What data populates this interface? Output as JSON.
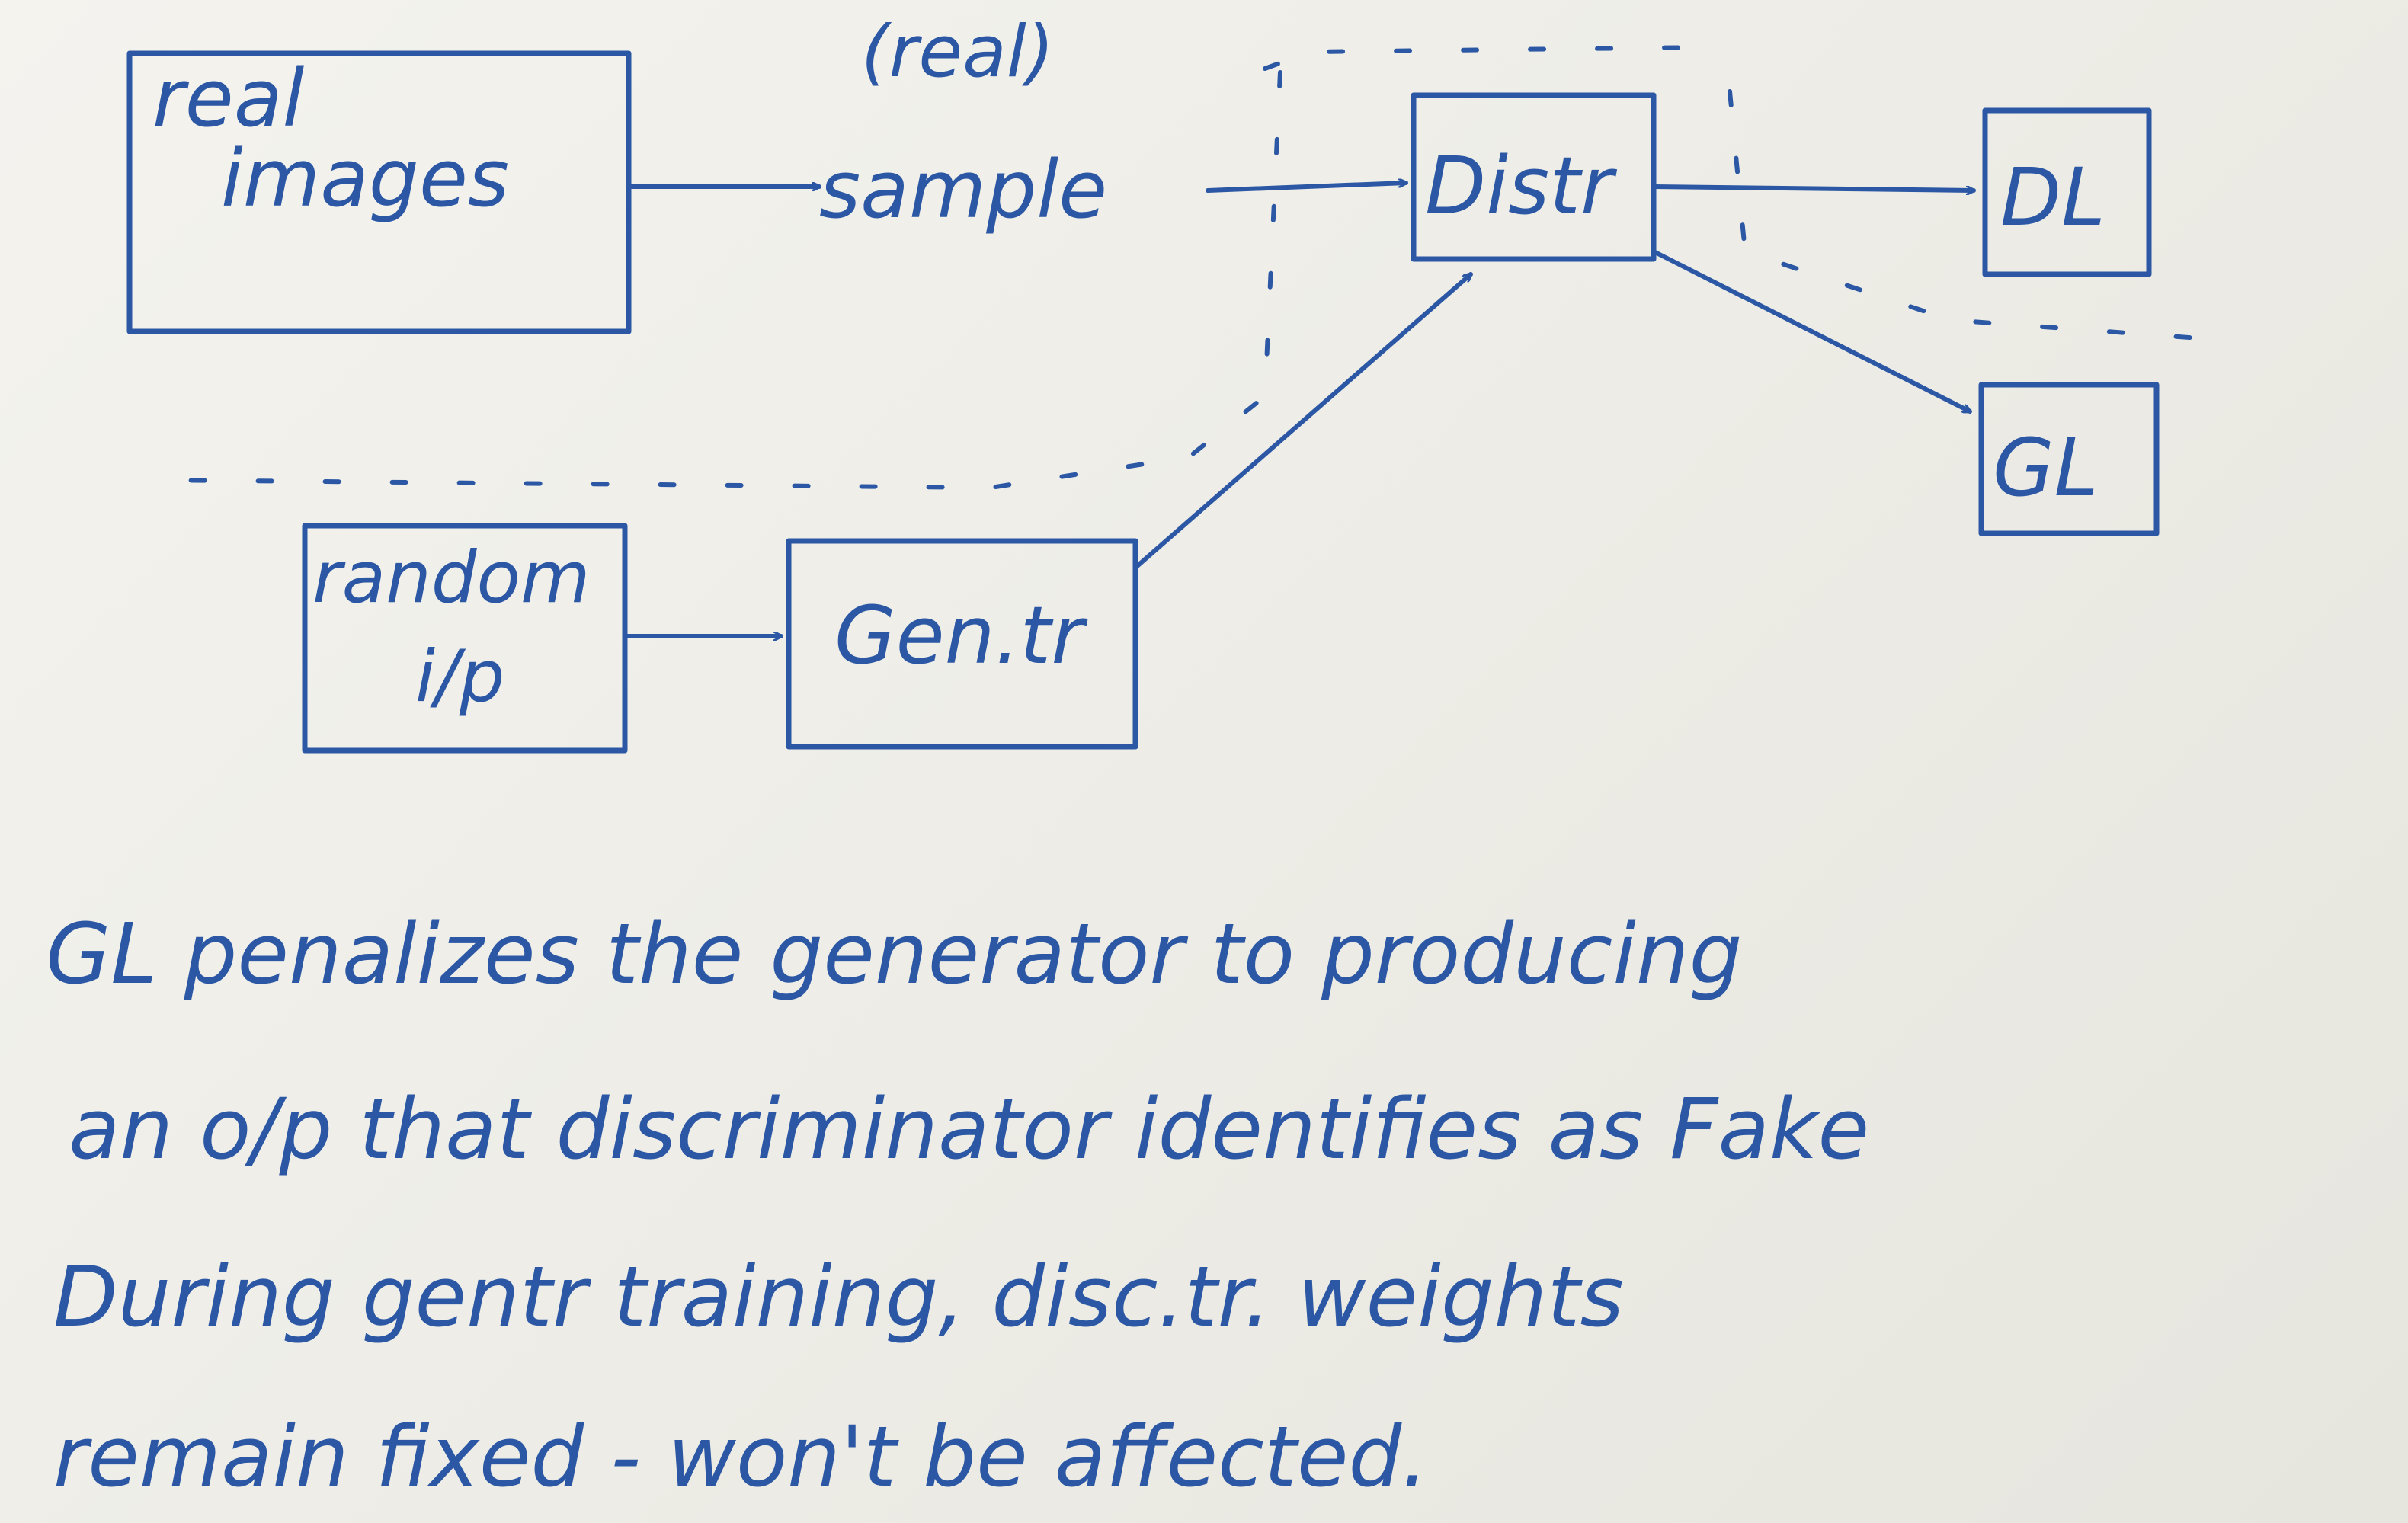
{
  "nodes": {
    "real_images": {
      "line1": "real",
      "line2": "images"
    },
    "sample": {
      "label": "sample",
      "annotation": "(real)"
    },
    "discriminator": {
      "label": "Distr"
    },
    "dl": {
      "label": "DL"
    },
    "gl": {
      "label": "GL"
    },
    "random_input": {
      "line1": "random",
      "line2": "i/p"
    },
    "generator": {
      "label": "Gen.tr"
    }
  },
  "notes": {
    "line1": "GL penalizes the generator to producing",
    "line2": "an o/p that discriminator identifies as Fake",
    "line3": "During gentr training, disc.tr. weights",
    "line4": "remain fixed - won't be affected."
  },
  "colors": {
    "ink": "#2b57a4",
    "paper": "#f1f0eb"
  }
}
